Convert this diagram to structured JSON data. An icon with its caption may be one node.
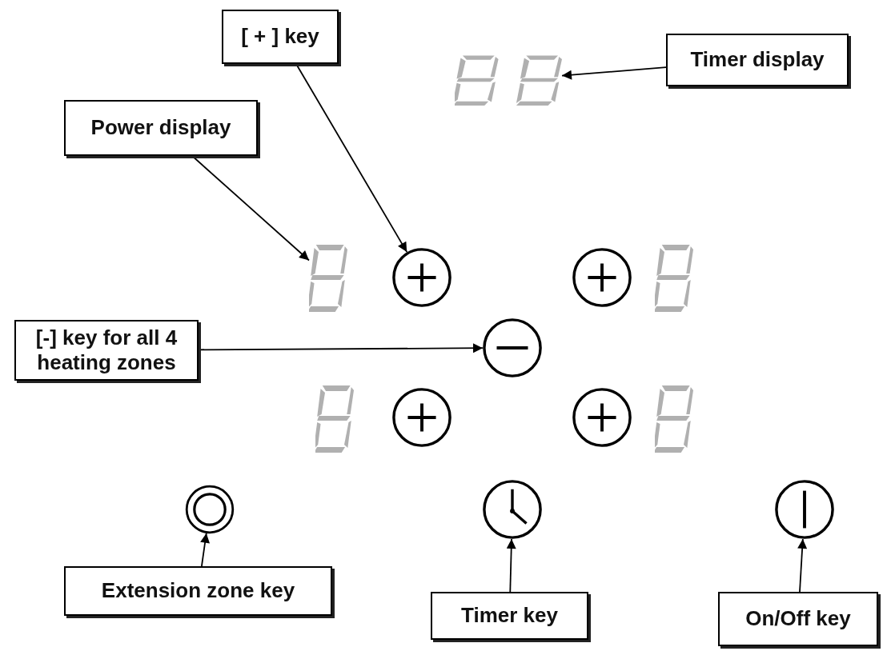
{
  "diagram": {
    "nodes": [
      {
        "text": [
          "[ + ] key"
        ]
      },
      {
        "text": [
          "Timer display"
        ]
      },
      {
        "text": [
          "Power display"
        ]
      },
      {
        "text": [
          "[-] key for all 4 heating zones"
        ]
      },
      {
        "text": [
          "Extension zone key"
        ]
      },
      {
        "text": [
          "Timer key"
        ]
      },
      {
        "text": [
          "On/Off key"
        ]
      },
      {
        "text": [],
        "shape": "display"
      },
      {
        "text": [],
        "shape": "display"
      },
      {
        "text": [],
        "shape": "circle"
      },
      {
        "text": [],
        "shape": "circle"
      },
      {
        "text": [],
        "shape": "circle"
      },
      {
        "text": [],
        "shape": "circle"
      },
      {
        "text": [],
        "shape": "circle"
      }
    ],
    "edges": [
      {
        "from": 0,
        "to": 9,
        "arrow": "to"
      },
      {
        "from": 1,
        "to": 7,
        "arrow": "to"
      },
      {
        "from": 2,
        "to": 8,
        "arrow": "to"
      },
      {
        "from": 3,
        "to": 10,
        "arrow": "to"
      },
      {
        "from": 4,
        "to": 11,
        "arrow": "to"
      },
      {
        "from": 5,
        "to": 12,
        "arrow": "to"
      },
      {
        "from": 6,
        "to": 13,
        "arrow": "to"
      }
    ]
  }
}
